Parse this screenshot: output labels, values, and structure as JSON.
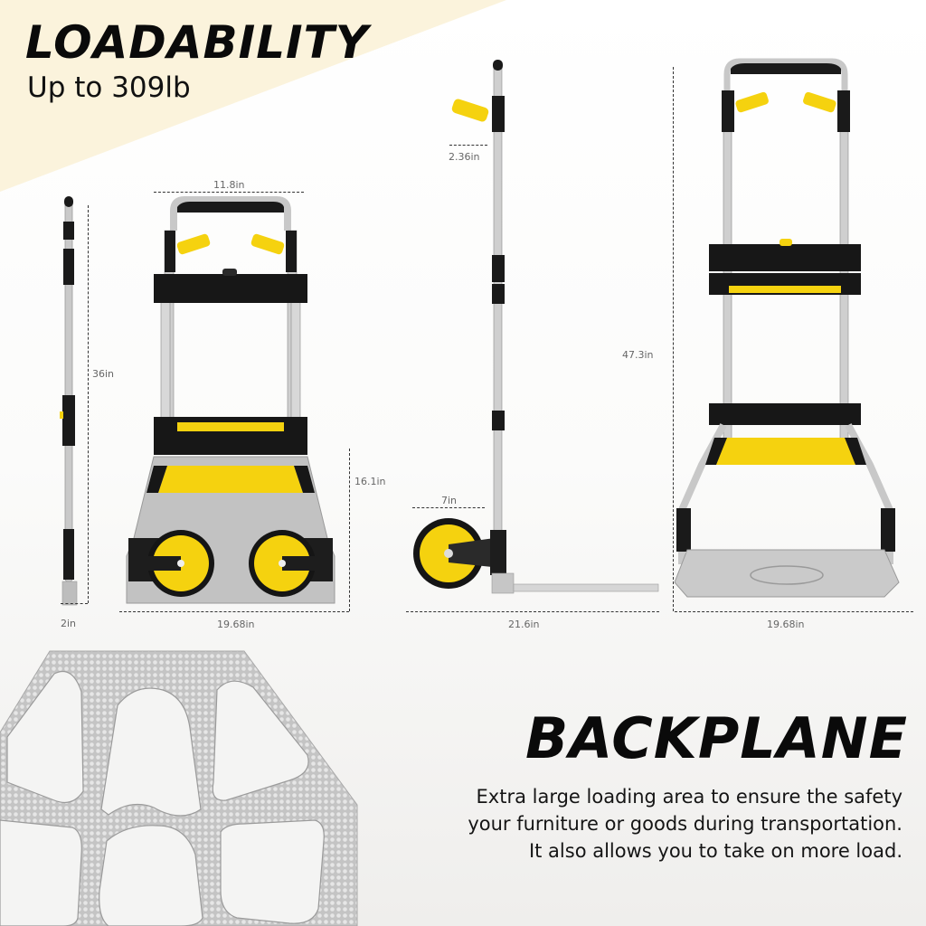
{
  "header": {
    "title": "LOADABILITY",
    "subtitle": "Up to 309lb"
  },
  "colors": {
    "banner_bg": "#fbf3dc",
    "accent_yellow": "#f5d20f",
    "frame_black": "#161616",
    "aluminum": "#c8c8c8",
    "text": "#0a0a0a"
  },
  "dimensions": {
    "folded_side_depth": "2in",
    "folded_height": "36in",
    "folded_handle_width": "11.8in",
    "folded_base_height": "16.1in",
    "folded_width": "19.68in",
    "handle_offset": "2.36in",
    "wheel_diameter": "7in",
    "unfolded_depth": "21.6in",
    "unfolded_height": "47.3in",
    "unfolded_width": "19.68in"
  },
  "feature": {
    "title": "BACKPLANE",
    "description_lines": [
      "Extra large loading area to ensure the safety",
      "your furniture or goods during transportation.",
      "It also allows you to take on more load."
    ]
  }
}
